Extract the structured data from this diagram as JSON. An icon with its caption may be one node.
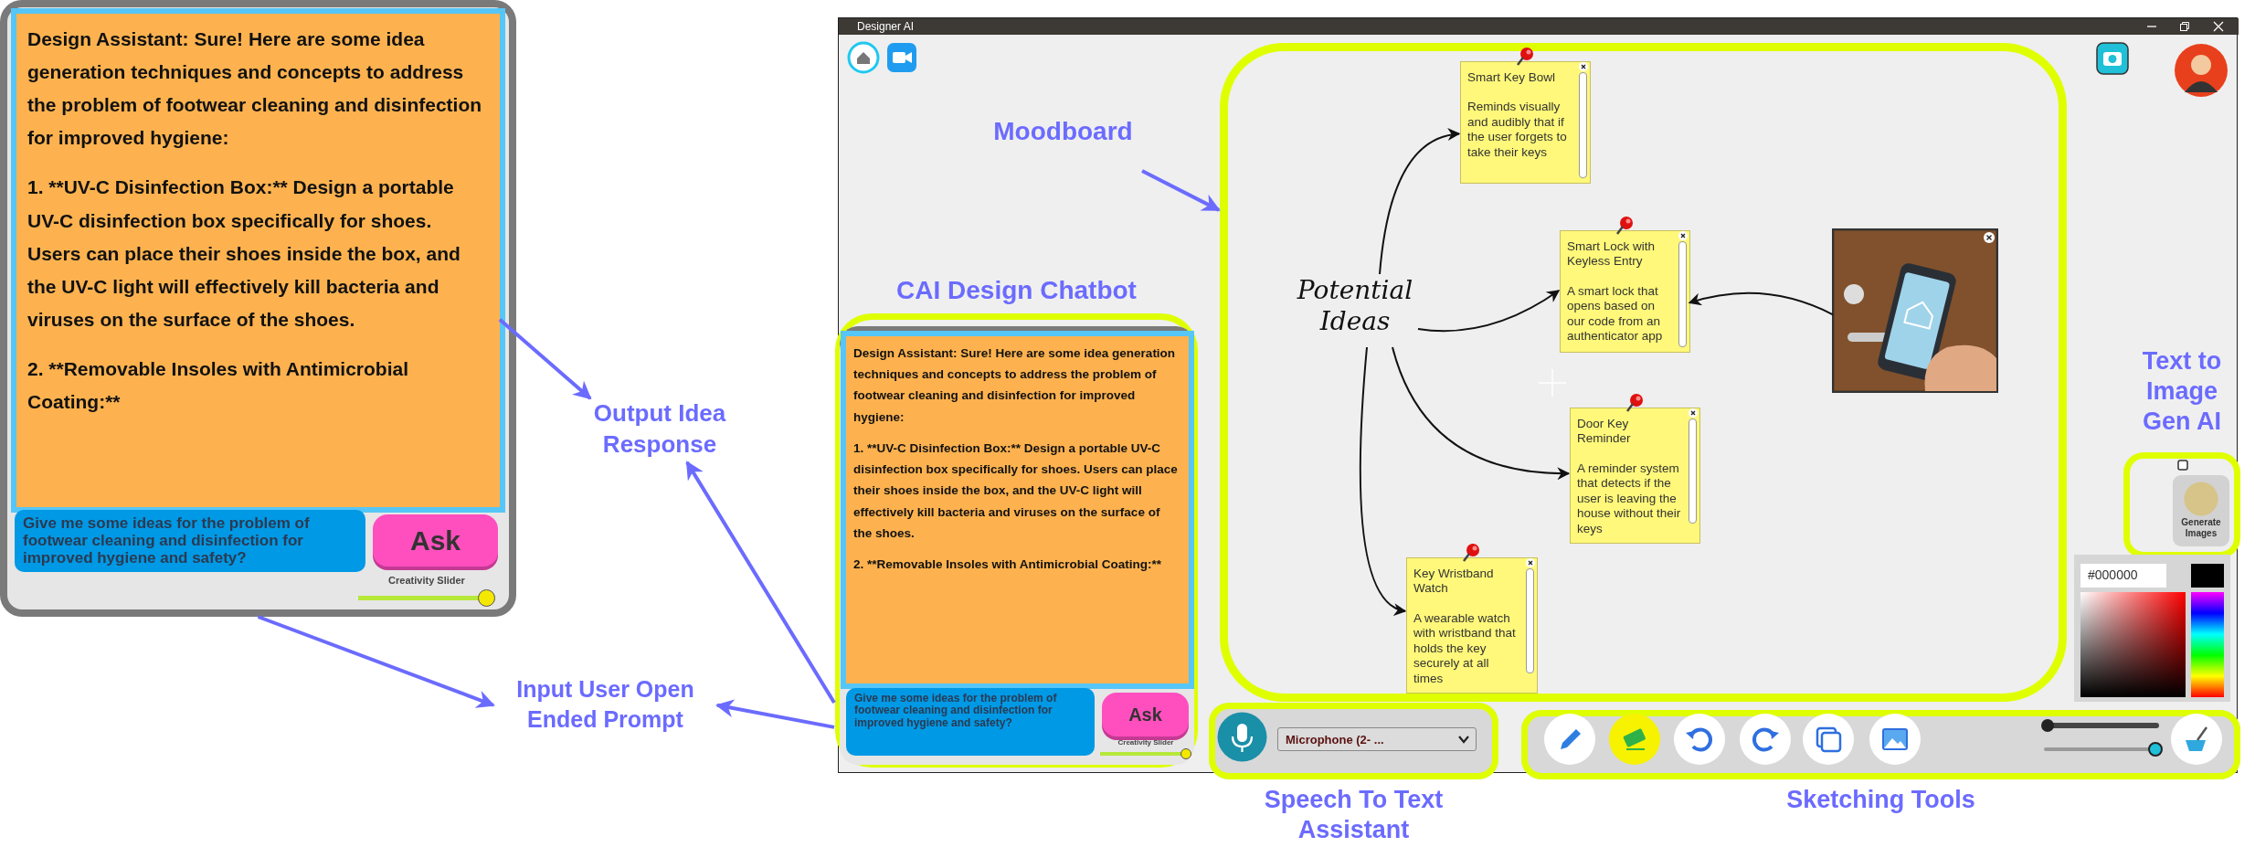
{
  "diagram": {
    "nodes": [
      {
        "text": [],
        "shape": "box"
      },
      {
        "text": [
          "Design Assistant: Sure! Here are some idea generation techniques and concepts to address the problem of footwear cleaning and disinfection for improved hygiene:",
          "1. **UV-C Disinfection Box:** Design a portable UV-C disinfection box specifically for shoes. Users can place their shoes inside the box, and the UV-C light will effectively kill bacteria and viruses on the surface of the shoes.",
          "2. **Removable Insoles with Antimicrobial Coating:**"
        ],
        "in": 0
      },
      {
        "text": [
          "Give me some ideas for the problem of footwear cleaning and disinfection for improved hygiene and safety?"
        ],
        "in": 0
      },
      {
        "text": [
          "Ask"
        ],
        "in": 0
      },
      {
        "text": [
          "Creativity Slider"
        ],
        "in": 0
      },
      {
        "text": [
          "Output Idea Response"
        ]
      },
      {
        "text": [
          "Input User Open Ended Prompt"
        ]
      },
      {
        "text": [
          "Designer AI"
        ]
      },
      {
        "text": [
          "Moodboard"
        ],
        "in": 7
      },
      {
        "text": [],
        "shape": "box",
        "in": 7
      },
      {
        "text": [
          "Potential Ideas"
        ],
        "in": 9
      },
      {
        "text": [
          "Smart Key Bowl",
          "Reminds visually and audibly that if the user forgets to take their keys"
        ],
        "in": 9
      },
      {
        "text": [
          "Smart Lock with Keyless Entry",
          "A smart lock that opens based on our code from an authenticator app"
        ],
        "in": 9
      },
      {
        "text": [],
        "shape": "picture",
        "in": 9
      },
      {
        "text": [
          "Door Key Reminder",
          "A reminder system that detects if the user is leaving the house without their keys"
        ],
        "in": 9
      },
      {
        "text": [
          "Key Wristband Watch",
          "A wearable watch with wristband that holds the key securely at all times"
        ],
        "in": 9
      },
      {
        "text": [
          "CAI Design Chatbot"
        ],
        "in": 7
      },
      {
        "text": [
          "Design Assistant: Sure! Here are some idea generation techniques and concepts to address the problem of footwear cleaning and disinfection for improved hygiene:",
          "1. **UV-C Disinfection Box:** Design a portable UV-C disinfection box specifically for shoes. Users can place their shoes inside the box, and the UV-C light will effectively kill bacteria and viruses on the surface of the shoes.",
          "2. **Removable Insoles with Antimicrobial Coating:**"
        ],
        "in": 16
      },
      {
        "text": [
          "Give me some ideas for the problem of footwear cleaning and disinfection for improved hygiene and safety?"
        ],
        "in": 16
      },
      {
        "text": [
          "Ask"
        ],
        "in": 16
      },
      {
        "text": [
          "Creativity Slider"
        ],
        "in": 16
      },
      {
        "text": [
          "Text to Image Gen AI"
        ],
        "in": 7
      },
      {
        "text": [
          "Generate Images"
        ],
        "in": 21
      },
      {
        "text": [
          "#000000"
        ],
        "in": 7
      },
      {
        "text": [
          "Speech To Text Assistant"
        ],
        "in": 7
      },
      {
        "text": [
          "Microphone (2- ..."
        ],
        "in": 24
      },
      {
        "text": [
          "Sketching Tools"
        ],
        "in": 7
      }
    ],
    "edges": [
      {
        "from": 1,
        "to": 5,
        "arrow": "to",
        "color": "#6b6bff"
      },
      {
        "from": 0,
        "to": 6,
        "arrow": "to",
        "color": "#6b6bff"
      },
      {
        "from": 8,
        "to": 9,
        "arrow": "to",
        "color": "#6b6bff"
      },
      {
        "from": 10,
        "to": 11,
        "arrow": "to",
        "color": "#111111"
      },
      {
        "from": 10,
        "to": 12,
        "arrow": "to",
        "color": "#111111"
      },
      {
        "from": 10,
        "to": 14,
        "arrow": "to",
        "color": "#111111"
      },
      {
        "from": 10,
        "to": 15,
        "arrow": "to",
        "color": "#111111"
      },
      {
        "from": 13,
        "to": 12,
        "arrow": "to",
        "color": "#111111"
      },
      {
        "from": 16,
        "to": 5,
        "arrow": "to",
        "color": "#6b6bff"
      },
      {
        "from": 16,
        "to": 6,
        "arrow": "to",
        "color": "#6b6bff"
      }
    ]
  }
}
